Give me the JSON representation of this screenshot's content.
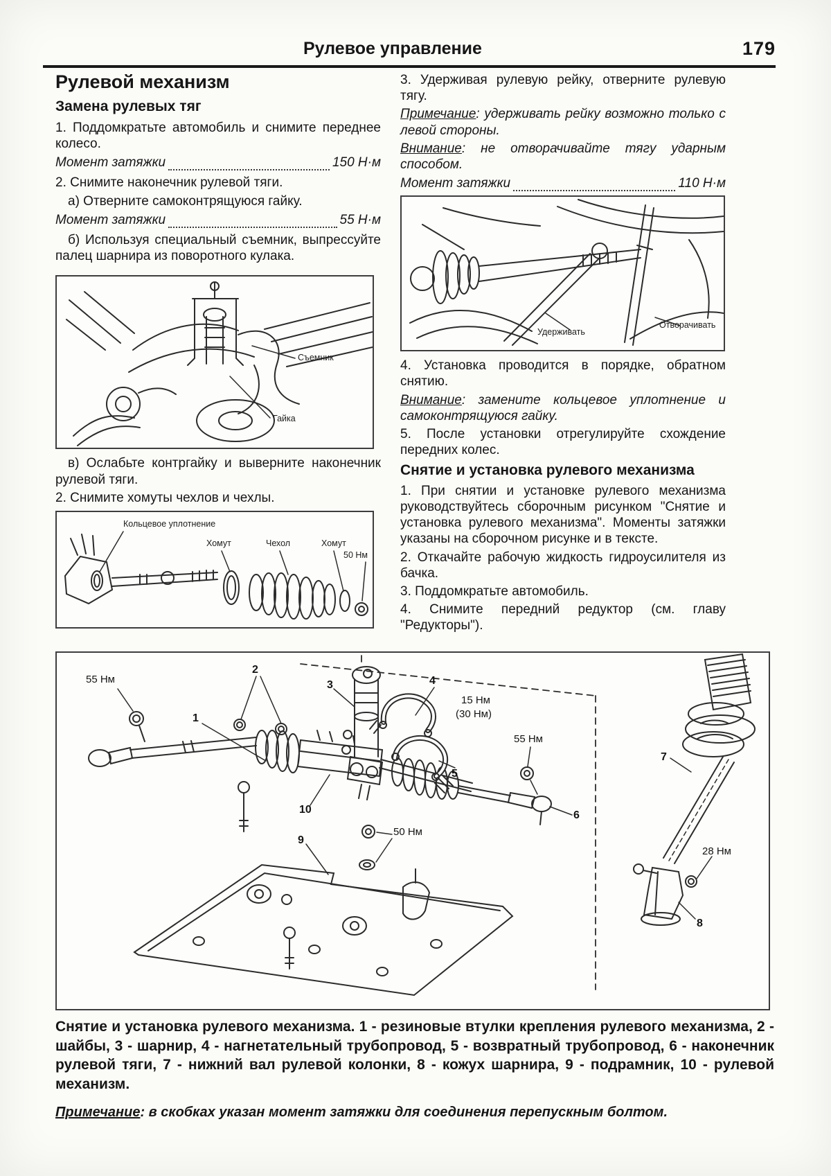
{
  "header": {
    "title": "Рулевое управление",
    "page_number": "179"
  },
  "left": {
    "heading": "Рулевой механизм",
    "subheading": "Замена рулевых тяг",
    "step1": "1. Поддомкратьте автомобиль и снимите переднее колесо.",
    "torque1": {
      "label": "Момент затяжки",
      "value": "150 Н·м"
    },
    "step2": "2. Снимите наконечник рулевой тяги.",
    "step2a": "а) Отверните самоконтрящуюся гайку.",
    "torque2": {
      "label": "Момент затяжки",
      "value": "55 Н·м"
    },
    "step2b": "б) Используя специальный съемник, выпрессуйте палец шарнира из поворотного кулака.",
    "figure1": {
      "puller": "Съемник",
      "nut": "Гайка"
    },
    "step2c": "в) Ослабьте контргайку и выверните наконечник рулевой тяги.",
    "step3": "2. Снимите хомуты чехлов и чехлы.",
    "figure2": {
      "oring": "Кольцевое уплотнение",
      "clamp1": "Хомут",
      "boot": "Чехол",
      "clamp2": "Хомут",
      "torque": "50 Нм"
    }
  },
  "right": {
    "step3": "3. Удерживая рулевую рейку, отверните рулевую тягу.",
    "note1": {
      "label": "Примечание",
      "text": ": удерживать рейку возможно только с левой стороны."
    },
    "warn1": {
      "label": "Внимание",
      "text": ": не отворачивайте тягу ударным способом."
    },
    "torque3": {
      "label": "Момент затяжки",
      "value": "110 Н·м"
    },
    "figure3": {
      "hold": "Удерживать",
      "unscrew": "Отворачивать"
    },
    "step4": "4. Установка проводится в порядке, обратном снятию.",
    "warn2": {
      "label": "Внимание",
      "text": ": замените кольцевое уплотнение и самоконтрящуюся гайку."
    },
    "step5": "5. После установки отрегулируйте схождение передних колес.",
    "heading2": "Снятие и установка рулевого механизма",
    "s1": "1. При снятии и установке рулевого механизма руководствуйтесь сборочным рисунком \"Снятие и установка рулевого механизма\". Моменты затяжки указаны на сборочном рисунке и в тексте.",
    "s2": "2. Откачайте рабочую жидкость гидроусилителя из бачка.",
    "s3": "3. Поддомкратьте автомобиль.",
    "s4": "4. Снимите передний редуктор (см. главу \"Редукторы\")."
  },
  "main_figure": {
    "torque_left_tie_rod": "55 Нм",
    "torque_pipes_line1": "15 Нм",
    "torque_pipes_line2": "(30 Нм)",
    "torque_right_tie_rod": "55 Нм",
    "torque_subframe": "50 Нм",
    "torque_joint": "28 Нм",
    "callout_1": "1",
    "callout_2": "2",
    "callout_3": "3",
    "callout_4": "4",
    "callout_5": "5",
    "callout_6": "6",
    "callout_7": "7",
    "callout_8": "8",
    "callout_9": "9",
    "callout_10": "10"
  },
  "caption": "Снятие и установка рулевого механизма. 1 - резиновые втулки крепления рулевого механизма, 2 - шайбы, 3 - шарнир, 4 - нагнетательный трубопровод, 5 - возвратный трубопровод, 6 - наконечник рулевой тяги, 7 - нижний вал рулевой колонки, 8 - кожух шарнира, 9 - подрамник, 10 - рулевой механизм.",
  "bottom_note": {
    "label": "Примечание",
    "text": ": в скобках указан момент затяжки для соединения перепускным болтом."
  }
}
